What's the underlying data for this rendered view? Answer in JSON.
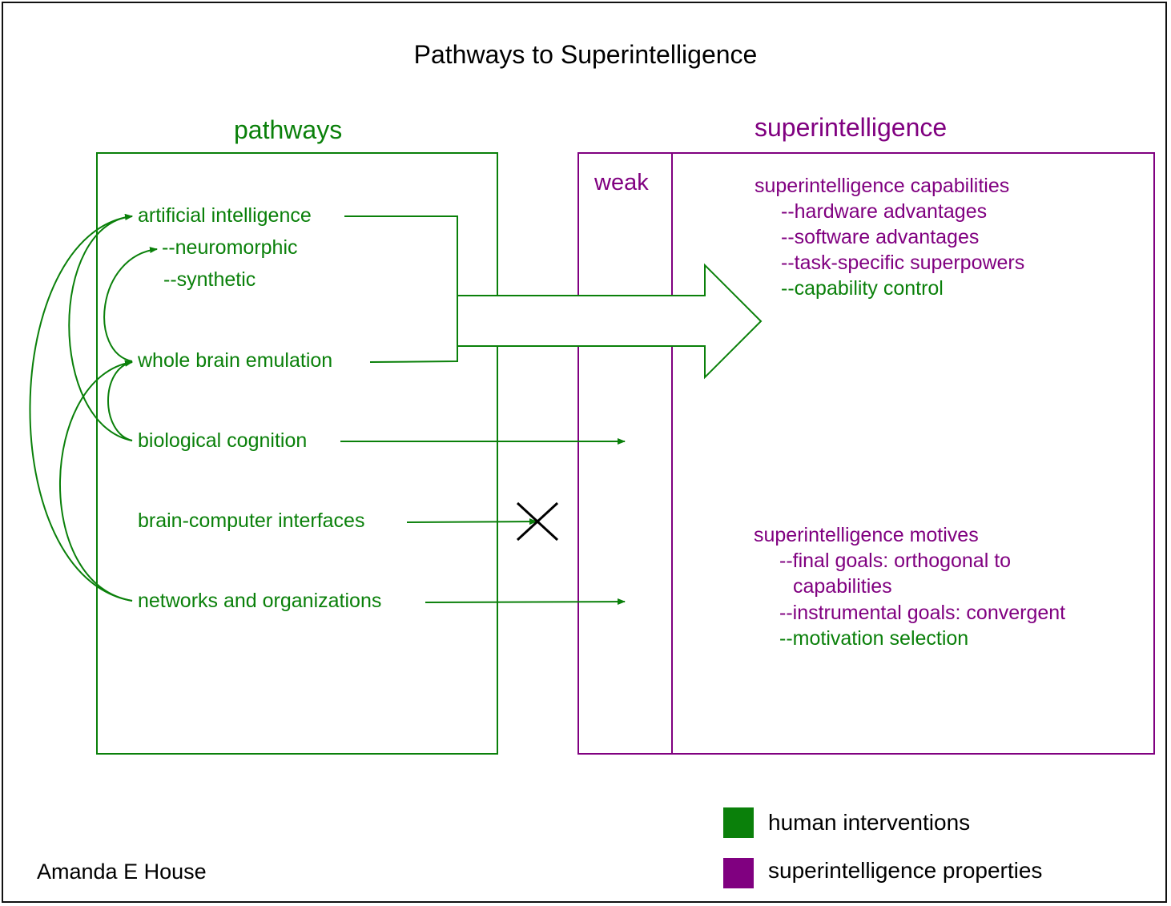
{
  "title": "Pathways to Superintelligence",
  "colors": {
    "human_interventions": "#0a800a",
    "superintelligence_properties": "#800080",
    "neutral": "#000000"
  },
  "pathways": {
    "heading": "pathways",
    "items": [
      {
        "label": "artificial intelligence"
      },
      {
        "label": "--neuromorphic"
      },
      {
        "label": "--synthetic"
      },
      {
        "label": "whole brain emulation"
      },
      {
        "label": "biological cognition"
      },
      {
        "label": "brain-computer interfaces"
      },
      {
        "label": "networks and organizations"
      }
    ]
  },
  "superintelligence": {
    "heading": "superintelligence",
    "weak_label": "weak",
    "capabilities": {
      "heading": "superintelligence capabilities",
      "items": [
        "--hardware advantages",
        "--software advantages",
        "--task-specific superpowers",
        "--capability control"
      ]
    },
    "motives": {
      "heading": "superintelligence motives",
      "items": [
        "--final goals: orthogonal to",
        "capabilities",
        "--instrumental goals: convergent",
        "--motivation selection"
      ]
    }
  },
  "legend": {
    "items": [
      {
        "label": "human interventions"
      },
      {
        "label": "superintelligence properties"
      }
    ]
  },
  "author": "Amanda E House",
  "blocked_icon": "x-cross-icon"
}
